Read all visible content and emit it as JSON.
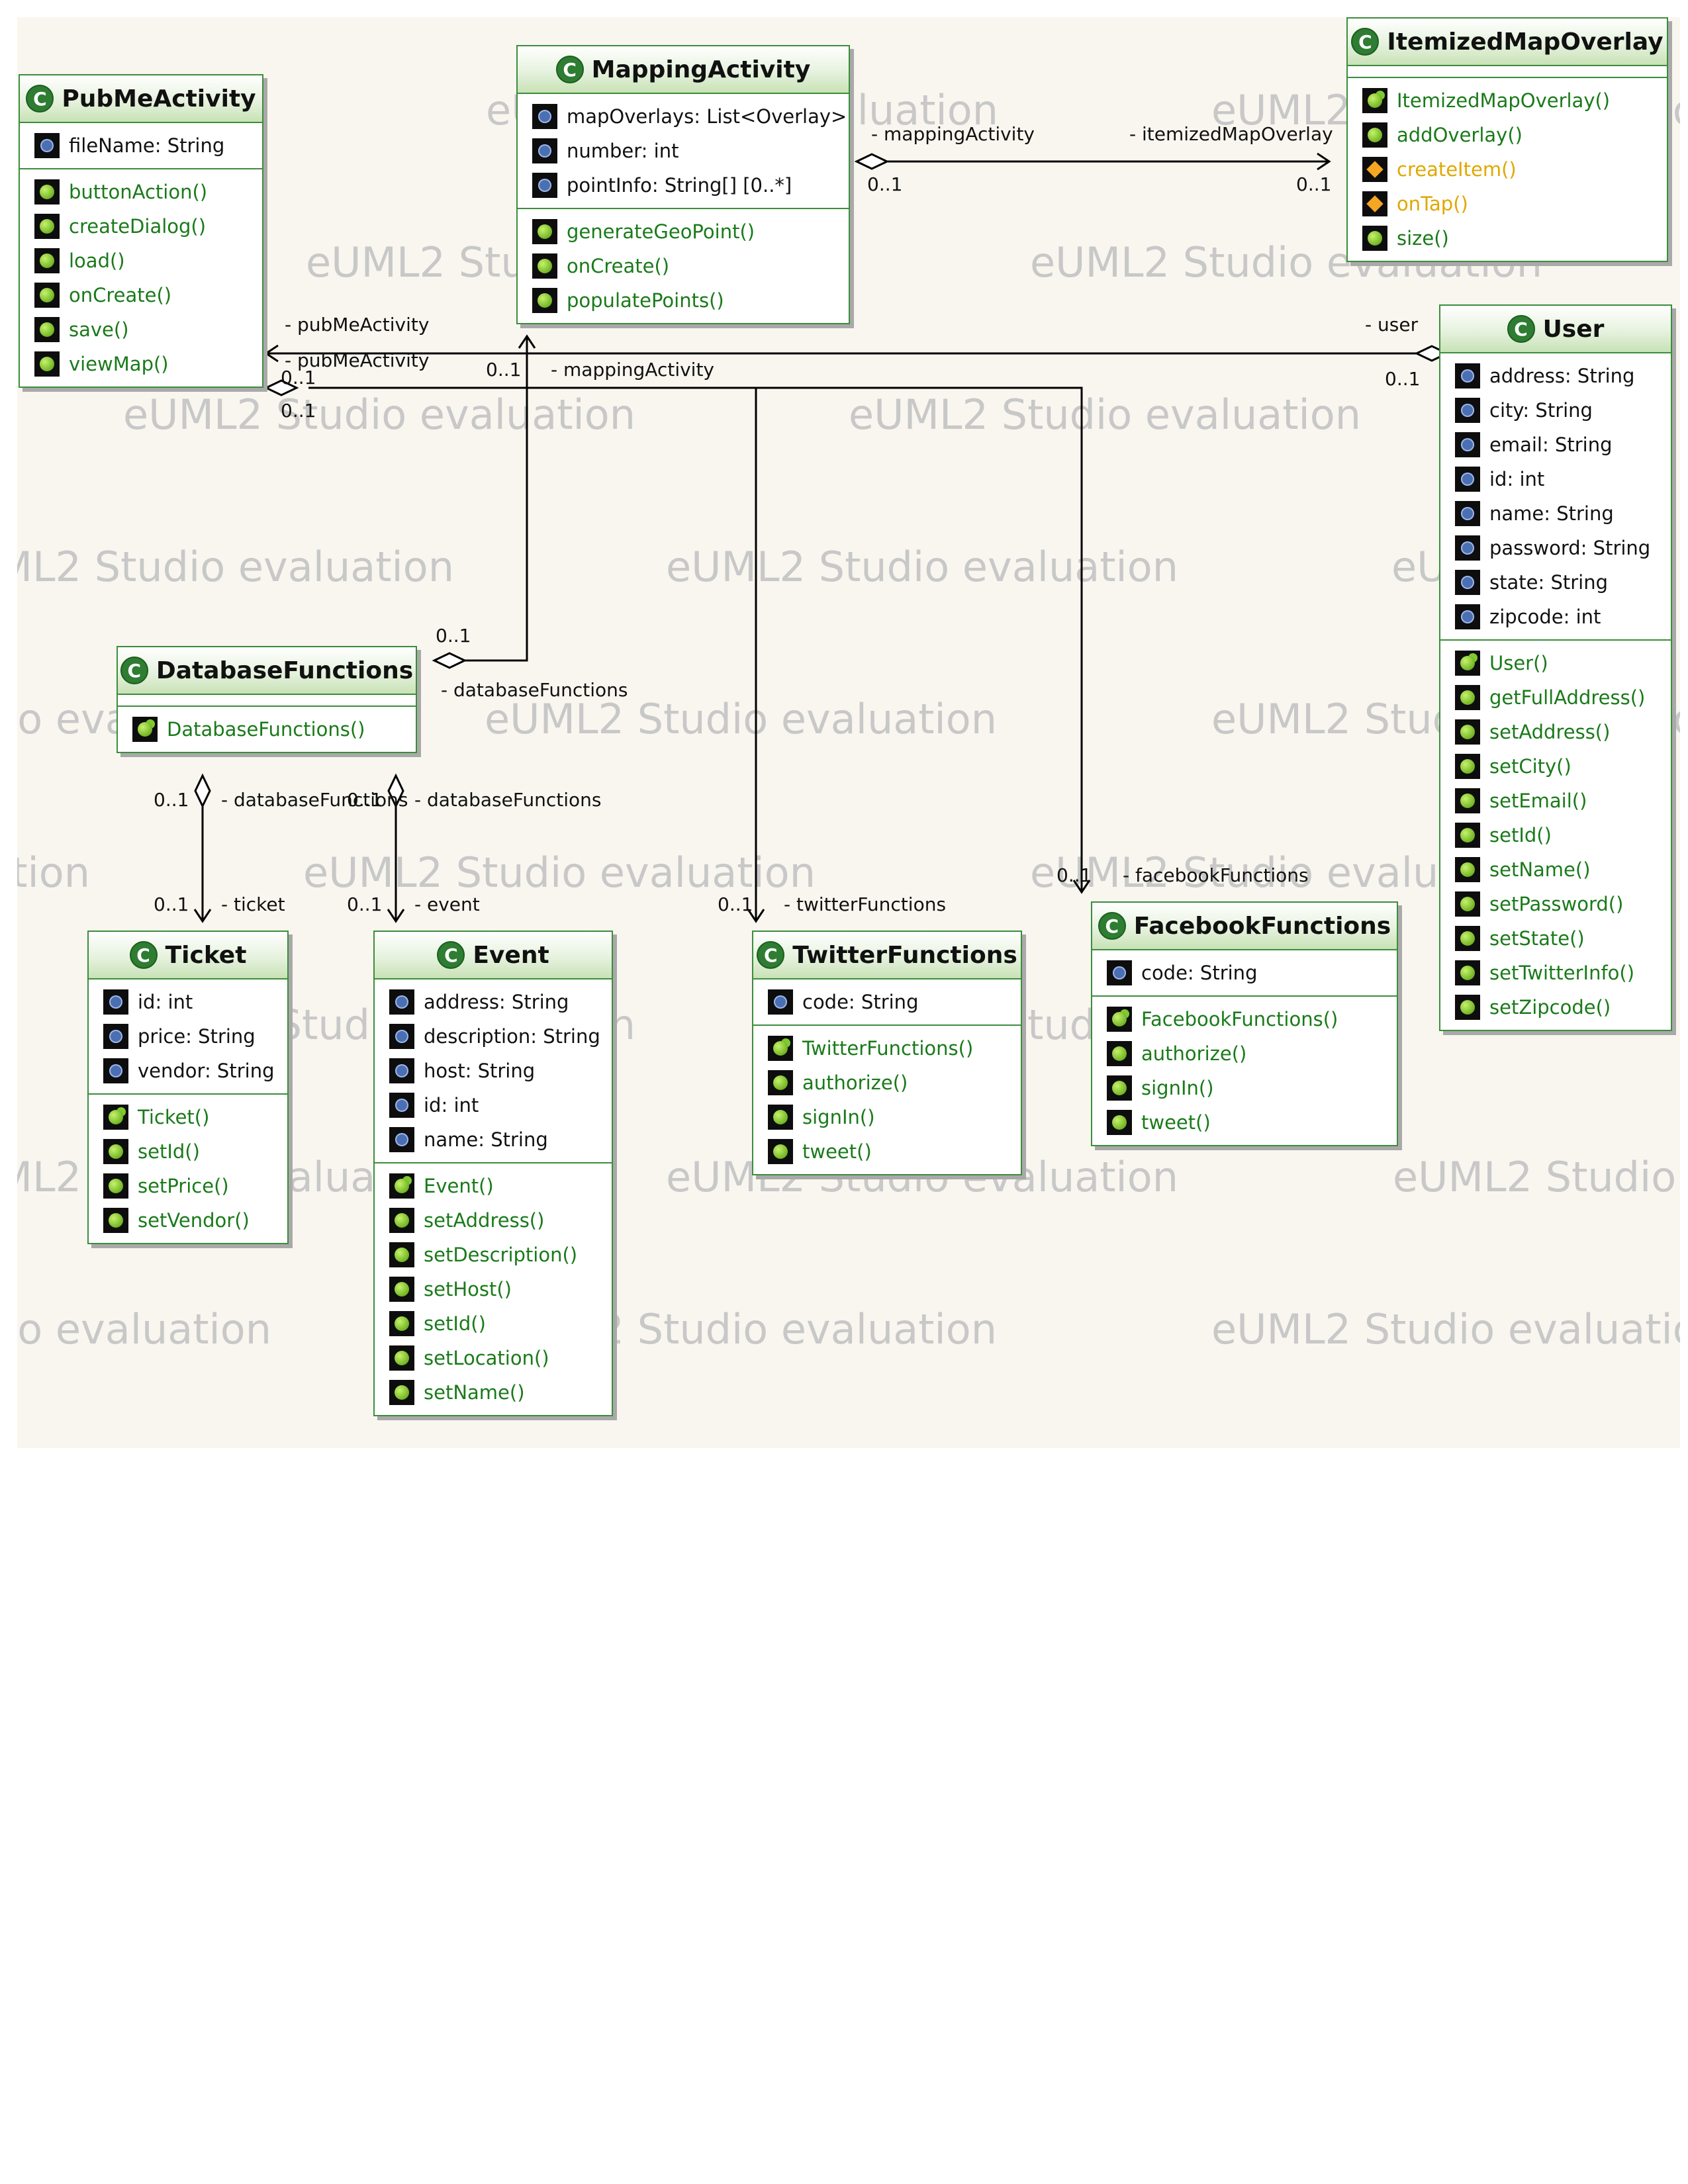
{
  "watermark_text": "eUML2 Studio evaluation",
  "classes": {
    "pubme": {
      "name": "PubMeActivity",
      "attributes": [
        "fileName: String"
      ],
      "operations": [
        "buttonAction()",
        "createDialog()",
        "load()",
        "onCreate()",
        "save()",
        "viewMap()"
      ]
    },
    "mapping": {
      "name": "MappingActivity",
      "attributes": [
        "mapOverlays: List<Overlay>",
        "number: int",
        "pointInfo: String[] [0..*]"
      ],
      "operations": [
        "generateGeoPoint()",
        "onCreate()",
        "populatePoints()"
      ]
    },
    "itemized": {
      "name": "ItemizedMapOverlay",
      "operations": [
        "ItemizedMapOverlay()",
        "addOverlay()",
        "createItem()",
        "onTap()",
        "size()"
      ]
    },
    "user": {
      "name": "User",
      "attributes": [
        "address: String",
        "city: String",
        "email: String",
        "id: int",
        "name: String",
        "password: String",
        "state: String",
        "zipcode: int"
      ],
      "operations": [
        "User()",
        "getFullAddress()",
        "setAddress()",
        "setCity()",
        "setEmail()",
        "setId()",
        "setName()",
        "setPassword()",
        "setState()",
        "setTwitterInfo()",
        "setZipcode()"
      ]
    },
    "dbf": {
      "name": "DatabaseFunctions",
      "operations": [
        "DatabaseFunctions()"
      ]
    },
    "ticket": {
      "name": "Ticket",
      "attributes": [
        "id: int",
        "price: String",
        "vendor: String"
      ],
      "operations": [
        "Ticket()",
        "setId()",
        "setPrice()",
        "setVendor()"
      ]
    },
    "event": {
      "name": "Event",
      "attributes": [
        "address: String",
        "description: String",
        "host: String",
        "id: int",
        "name: String"
      ],
      "operations": [
        "Event()",
        "setAddress()",
        "setDescription()",
        "setHost()",
        "setId()",
        "setLocation()",
        "setName()"
      ]
    },
    "twitter": {
      "name": "TwitterFunctions",
      "attributes": [
        "code: String"
      ],
      "operations": [
        "TwitterFunctions()",
        "authorize()",
        "signIn()",
        "tweet()"
      ]
    },
    "facebook": {
      "name": "FacebookFunctions",
      "attributes": [
        "code: String"
      ],
      "operations": [
        "FacebookFunctions()",
        "authorize()",
        "signIn()",
        "tweet()"
      ]
    }
  },
  "labels": {
    "mappingActivity": "- mappingActivity",
    "itemizedMapOverlay": "- itemizedMapOverlay",
    "pubMeActivity": "- pubMeActivity",
    "user": "- user",
    "databaseFunctions": "- databaseFunctions",
    "ticket": "- ticket",
    "event": "- event",
    "twitterFunctions": "- twitterFunctions",
    "facebookFunctions": "- facebookFunctions",
    "mult": "0..1"
  }
}
